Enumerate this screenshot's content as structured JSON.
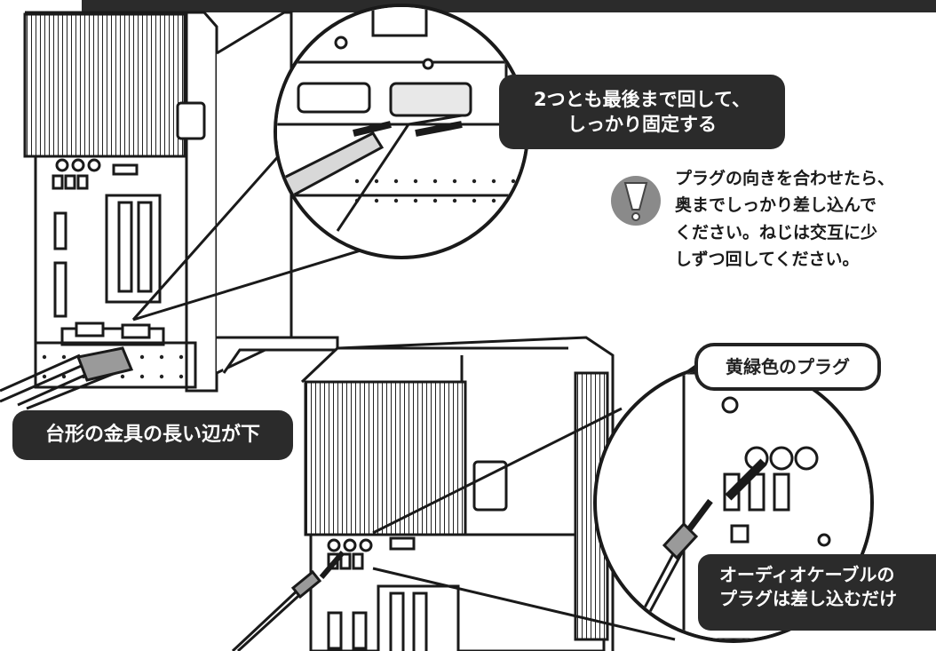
{
  "callouts": {
    "fix_screws": {
      "line1": "2つとも最後まで回して、",
      "line2": "しっかり固定する"
    },
    "trapezoid": "台形の金具の長い辺が下",
    "plug_color": "黄緑色のプラグ",
    "audio_cable": {
      "line1": "オーディオケーブルの",
      "line2": "プラグは差し込むだけ"
    }
  },
  "note": {
    "icon": "caution-exclamation-icon",
    "lines": [
      "プラグの向きを合わせたら、",
      "奥までしっかり差し込んで",
      "ください。ねじは交互に少",
      "しずつ回してください。"
    ]
  },
  "colors": {
    "callout_bg": "#2b2b2b",
    "line": "#1a1a1a",
    "icon_gray": "#8a8a8a"
  }
}
